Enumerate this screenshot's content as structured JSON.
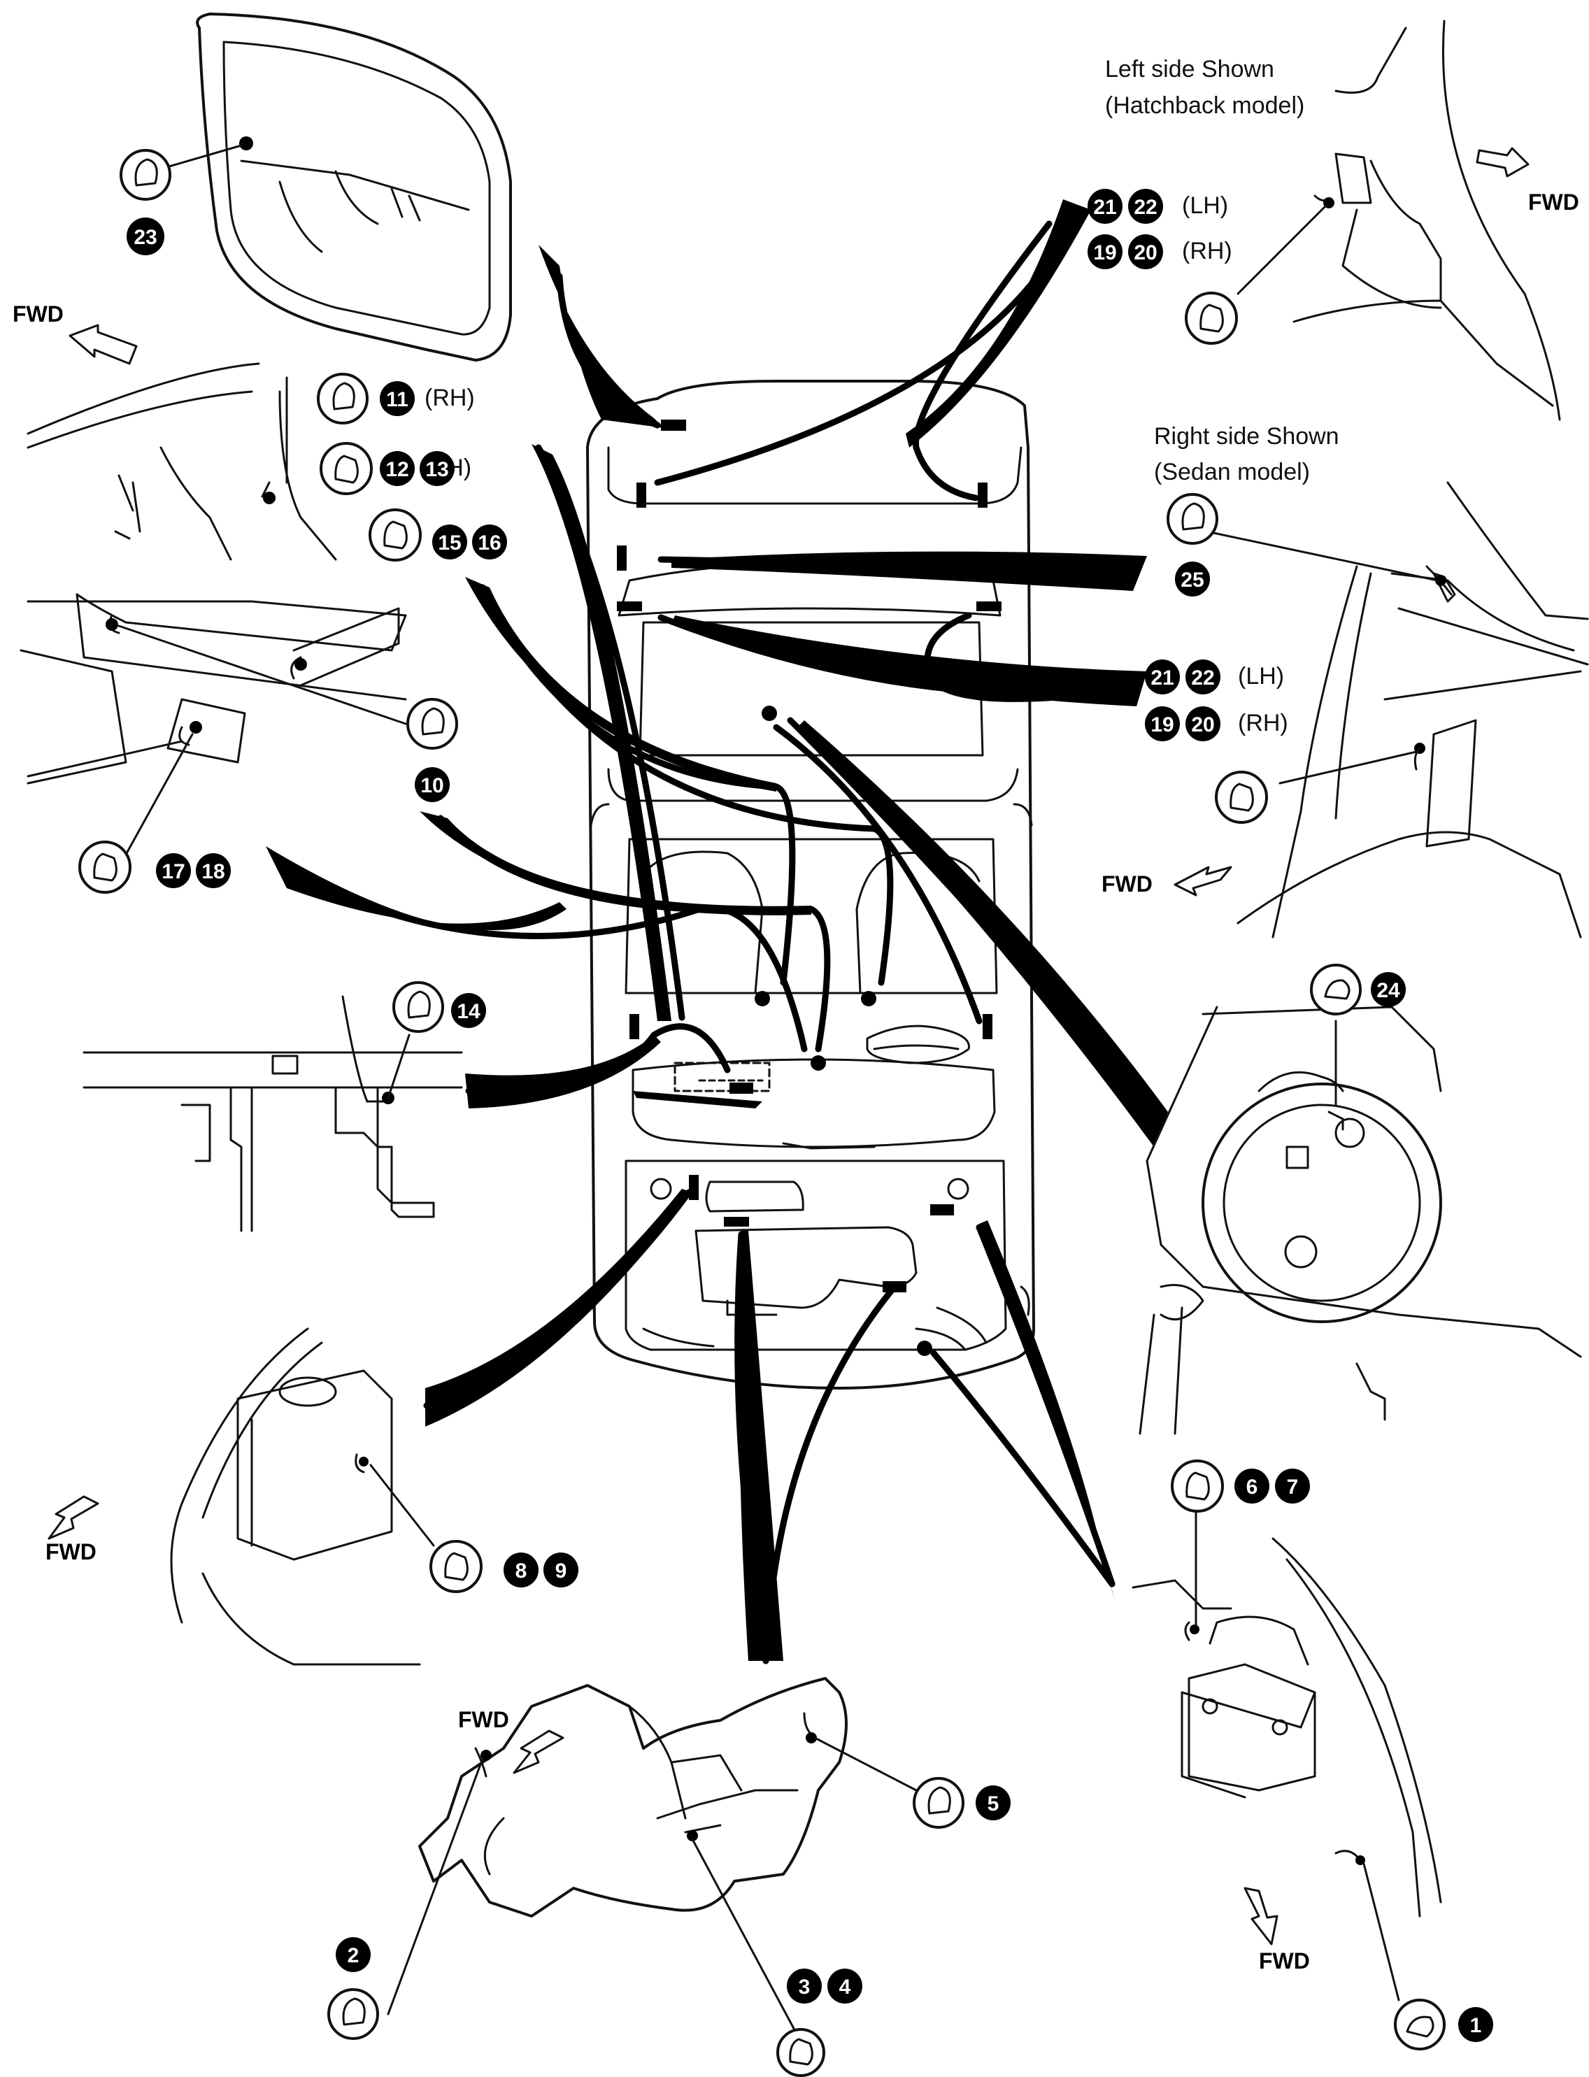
{
  "labels": {
    "left_side": "Left side Shown",
    "hatchback": "(Hatchback model)",
    "right_side": "Right side Shown",
    "sedan": "(Sedan model)",
    "fwd": "FWD",
    "lh": "(LH)",
    "rh": "(RH)"
  },
  "badges": [
    "1",
    "2",
    "3",
    "4",
    "5",
    "6",
    "7",
    "8",
    "9",
    "10",
    "11",
    "12",
    "13",
    "14",
    "15",
    "16",
    "17",
    "18",
    "19",
    "20",
    "21",
    "22",
    "23",
    "24",
    "25"
  ],
  "callouts": {
    "c23": [
      "23"
    ],
    "c2122_top": [
      "21",
      "22"
    ],
    "c1920_top": [
      "19",
      "20"
    ],
    "c11": [
      "11"
    ],
    "c1213": [
      "12",
      "13"
    ],
    "c1516": [
      "15",
      "16"
    ],
    "c10": [
      "10"
    ],
    "c1718": [
      "17",
      "18"
    ],
    "c25": [
      "25"
    ],
    "c2122_mid": [
      "21",
      "22"
    ],
    "c1920_mid": [
      "19",
      "20"
    ],
    "c14": [
      "14"
    ],
    "c24": [
      "24"
    ],
    "c67": [
      "6",
      "7"
    ],
    "c89": [
      "8",
      "9"
    ],
    "c5": [
      "5"
    ],
    "c2": [
      "2"
    ],
    "c34": [
      "3",
      "4"
    ],
    "c1": [
      "1"
    ]
  },
  "colors": {
    "line": "#111111",
    "fill": "#000000",
    "background": "#ffffff"
  }
}
